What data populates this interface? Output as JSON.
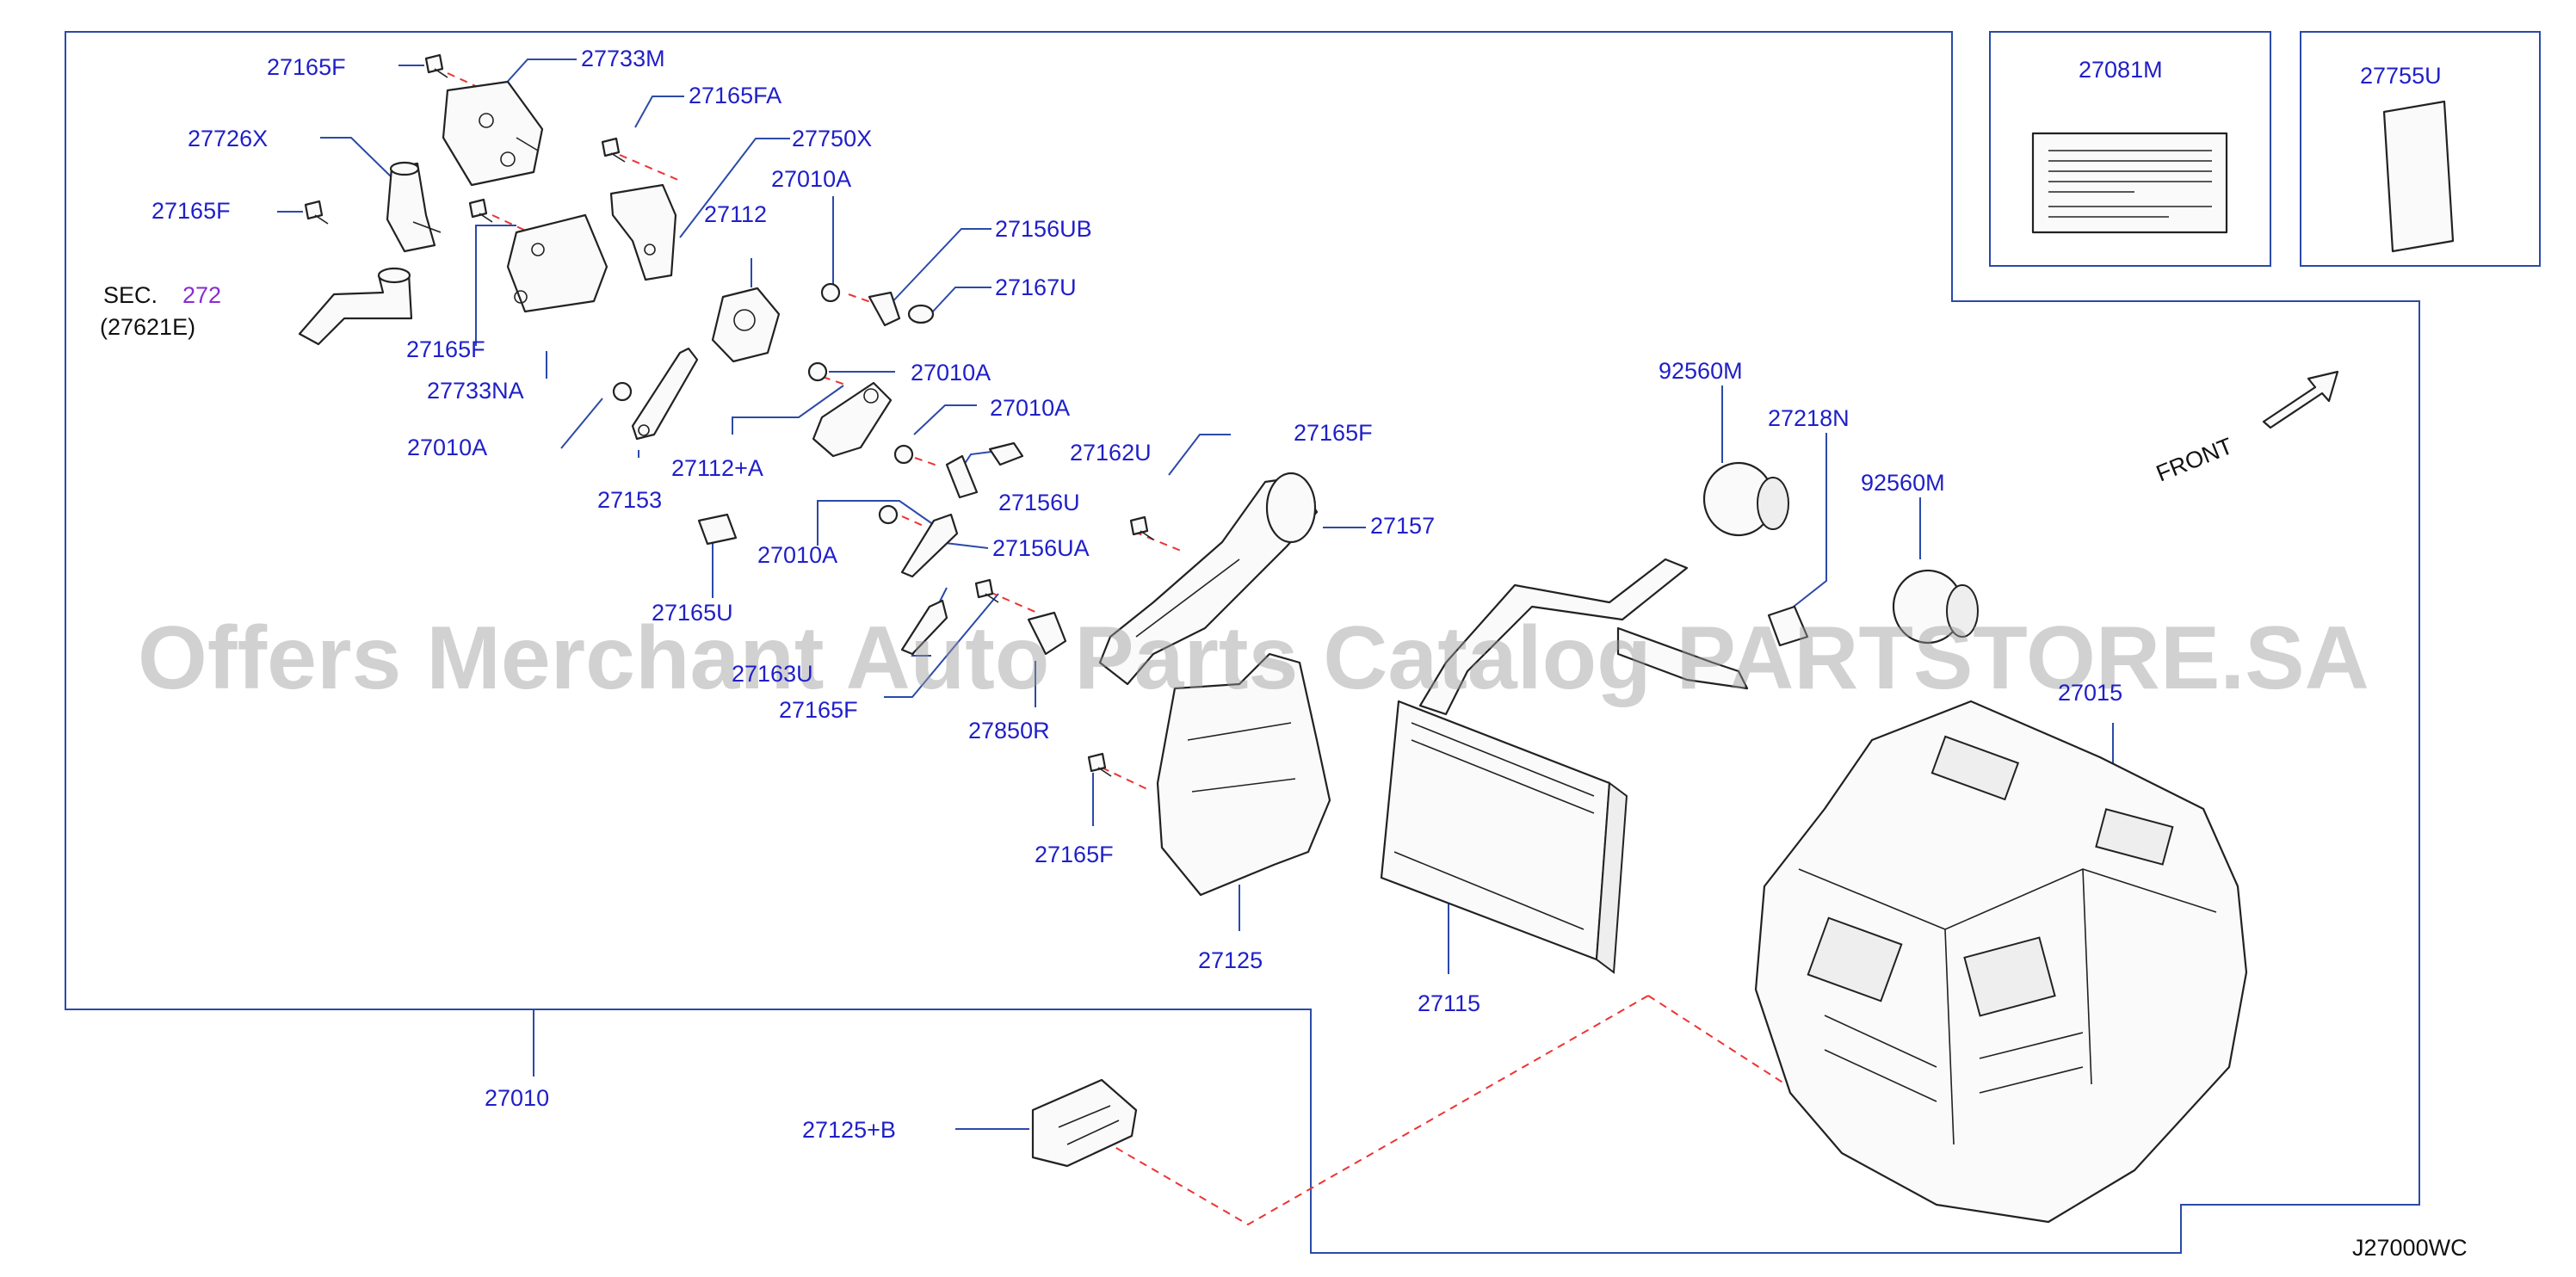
{
  "diagram": {
    "watermark": "Offers Merchant Auto Parts Catalog PARTSTORE.SA",
    "diagram_code": "J27000WC",
    "direction_label": "FRONT",
    "section_ref": {
      "prefix": "SEC.",
      "number": "272",
      "sub": "(27621E)"
    },
    "labels": {
      "p27165F_a": "27165F",
      "p27733M": "27733M",
      "p27165FA": "27165FA",
      "p27726X": "27726X",
      "p27750X": "27750X",
      "p27165F_b": "27165F",
      "p27010A_a": "27010A",
      "p27112": "27112",
      "p27156UB": "27156UB",
      "p27167U": "27167U",
      "p27165F_c": "27165F",
      "p27733NA": "27733NA",
      "p27010A_b": "27010A",
      "p27010A_c": "27010A",
      "p27010A_d": "27010A",
      "p27162U": "27162U",
      "p27112A": "27112+A",
      "p27153": "27153",
      "p27156U": "27156U",
      "p27165F_d": "27165F",
      "p27157": "27157",
      "p27010A_e": "27010A",
      "p27156UA": "27156UA",
      "p27165U": "27165U",
      "p27163U": "27163U",
      "p27165F_e": "27165F",
      "p27850R": "27850R",
      "p27165F_f": "27165F",
      "p27125": "27125",
      "p27115": "27115",
      "p92560M_a": "92560M",
      "p27218N": "27218N",
      "p92560M_b": "92560M",
      "p27015": "27015",
      "p27010": "27010",
      "p27125B": "27125+B",
      "p27081M": "27081M",
      "p27755U": "27755U"
    }
  }
}
